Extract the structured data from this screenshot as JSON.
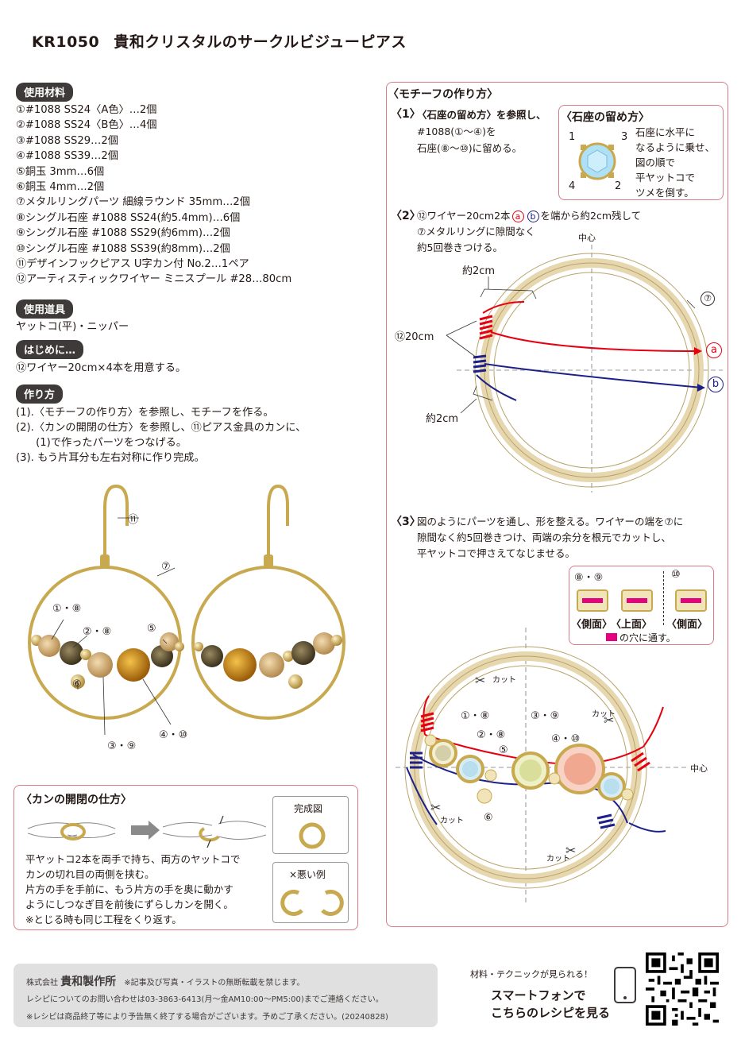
{
  "header": {
    "code": "KR1050",
    "title": "貴和クリスタルのサークルビジューピアス"
  },
  "materials": {
    "badge": "使用材料",
    "items": [
      "①#1088 SS24〈A色〉…2個",
      "②#1088 SS24〈B色〉…4個",
      "③#1088 SS29…2個",
      "④#1088 SS39…2個",
      "⑤銅玉 3mm…6個",
      "⑥銅玉 4mm…2個",
      "⑦メタルリングパーツ 細線ラウンド 35mm…2個",
      "⑧シングル石座 #1088 SS24(約5.4mm)…6個",
      "⑨シングル石座 #1088 SS29(約6mm)…2個",
      "⑩シングル石座 #1088 SS39(約8mm)…2個",
      "⑪デザインフックピアス U字カン付 No.2…1ペア",
      "⑫アーティスティックワイヤー ミニスプール #28…80cm"
    ]
  },
  "tools": {
    "badge": "使用道具",
    "text": "ヤットコ(平)・ニッパー"
  },
  "intro": {
    "badge": "はじめに…",
    "text": "⑫ワイヤー20cm×4本を用意する。"
  },
  "howto": {
    "badge": "作り方",
    "steps": [
      "(1).〈モチーフの作り方〉を参照し、モチーフを作る。",
      "(2).〈カンの開閉の仕方〉を参照し、⑪ピアス金具のカンに、",
      "      (1)で作ったパーツをつなげる。",
      "(3). もう片耳分も左右対称に作り完成。"
    ]
  },
  "photo_labels": {
    "hook": "⑪",
    "ring": "⑦",
    "l1": "①・⑧",
    "l2": "②・⑧",
    "l5": "⑤",
    "l6": "⑥",
    "l39": "③・⑨",
    "l410": "④・⑩"
  },
  "kan": {
    "title": "〈カンの開閉の仕方〉",
    "lines": [
      "平ヤットコ2本を両手で持ち、両方のヤットコで",
      "カンの切れ目の両側を挟む。",
      "片方の手を手前に、もう片方の手を奥に動かす",
      "ようにしつなぎ目を前後にずらしカンを開く。",
      "※とじる時も同じ工程をくり返す。"
    ],
    "complete_label": "完成図",
    "bad_label": "×悪い例"
  },
  "motif": {
    "title": "〈モチーフの作り方〉",
    "step1": {
      "num": "〈1〉",
      "lines": [
        "〈石座の留め方〉を参照し、",
        "#1088(①〜④)を",
        "石座(⑧〜⑩)に留める。"
      ]
    },
    "setting": {
      "title": "〈石座の留め方〉",
      "lines": [
        "石座に水平に",
        "なるように乗せ、",
        "図の順で",
        "平ヤットコで",
        "ツメを倒す。"
      ],
      "nums": [
        "1",
        "3",
        "4",
        "2"
      ]
    },
    "step2": {
      "num": "〈2〉",
      "line1_pre": "⑫ワイヤー20cm2本",
      "a": "a",
      "b": "b",
      "line1_post": "を端から約2cm残して",
      "line2": "⑦メタルリングに隙間なく",
      "line3": "約5回巻きつける。",
      "center": "中心",
      "cm_top": "約2cm",
      "wire": "⑫20cm",
      "cm_bot": "約2cm",
      "ring": "⑦",
      "label_a": "a",
      "label_b": "b"
    },
    "step3": {
      "num": "〈3〉",
      "lines": [
        "図のようにパーツを通し、形を整える。ワイヤーの端を⑦に",
        "隙間なく約5回巻きつけ、両端の余分を根元でカットし、",
        "平ヤットコで押さえてなじませる。"
      ],
      "callout_l1": "⑧・⑨",
      "callout_l2": "⑩",
      "side1": "〈側面〉",
      "top": "〈上面〉",
      "side2": "〈側面〉",
      "hole_note": "の穴に通す。",
      "center": "中心",
      "cut": "カット",
      "labels": [
        "①・⑧",
        "②・⑧",
        "⑤",
        "③・⑨",
        "④・⑩",
        "⑥"
      ]
    }
  },
  "footer": {
    "company_prefix": "株式会社",
    "company": "貴和製作所",
    "note": "※記事及び写真・イラストの無断転載を禁じます。",
    "contact": "レシピについてのお問い合わせは03-3863-6413(月〜金AM10:00〜PM5:00)までご連絡ください。",
    "notice": "※レシピは商品終了等により予告無く終了する場合がございます。予めご了承ください。(20240828)"
  },
  "smartphone": {
    "tagline": "材料・テクニックが見られる！",
    "line1": "スマートフォンで",
    "line2": "こちらのレシピを見る"
  },
  "colors": {
    "accent_border": "#d97a8a",
    "badge_bg": "#3e3a39",
    "ring_gold": "#c9b27a",
    "wire_red": "#e60012",
    "wire_blue": "#1d2088",
    "hole_pink": "#e4007f",
    "footer_bg": "#e1e0e0"
  }
}
